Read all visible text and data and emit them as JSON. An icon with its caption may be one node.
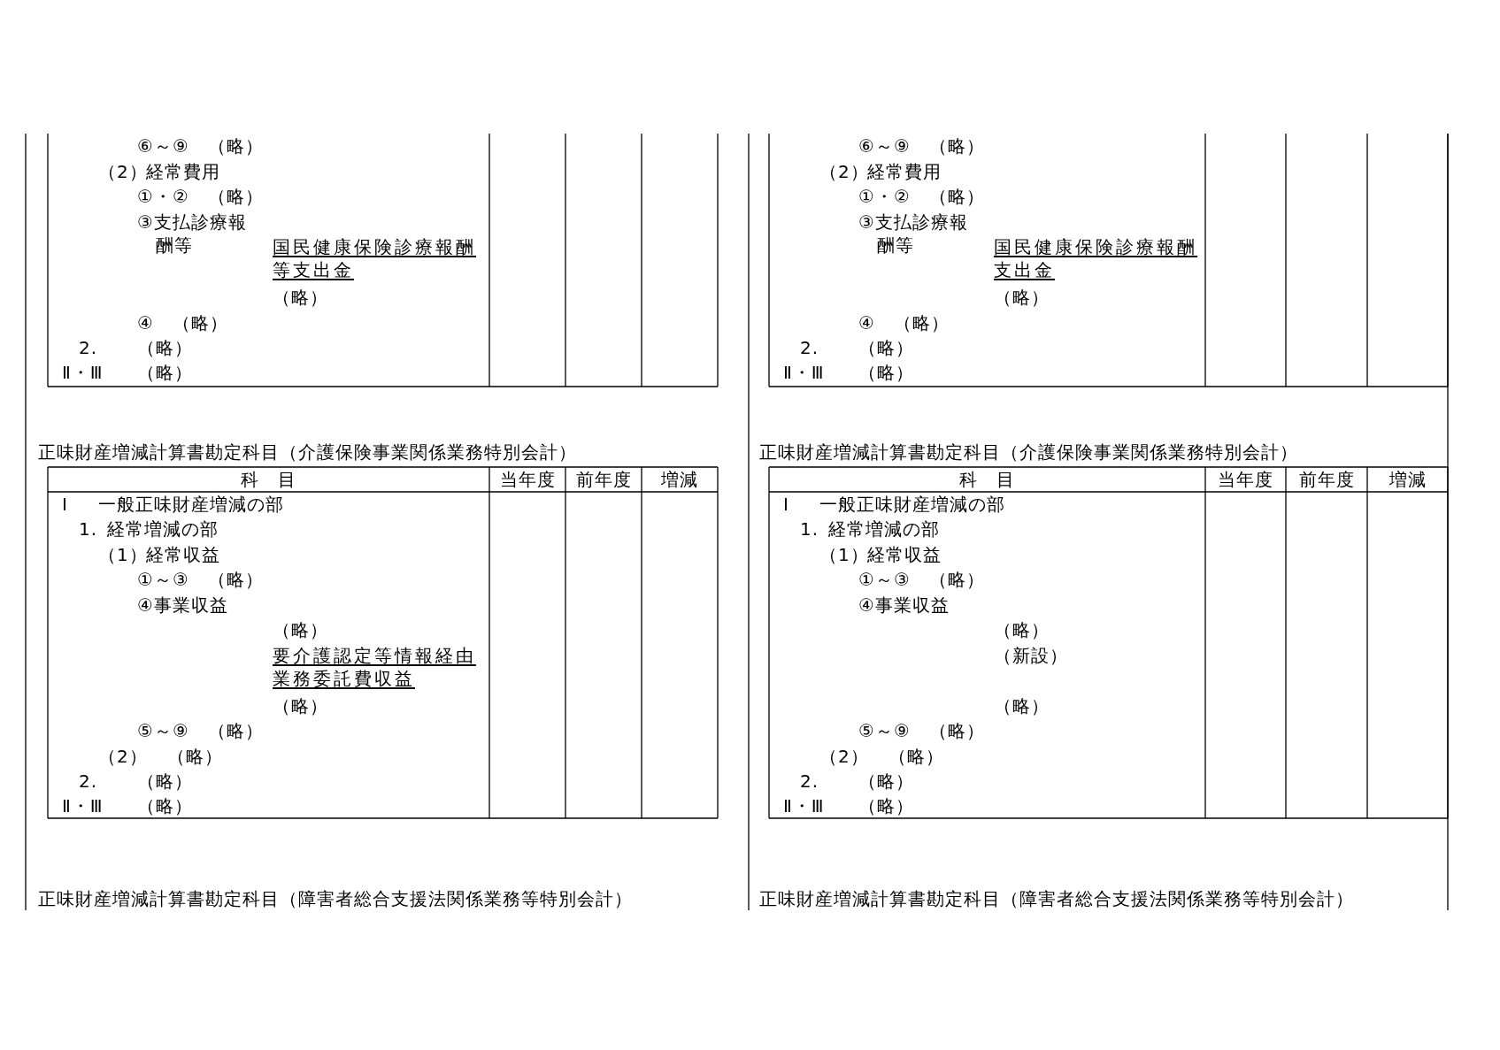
{
  "diagram": {
    "labels": [
      "⑥～⑨　（略）",
      "（2）",
      "経常費用",
      "①・②　（略）",
      "③支払診療報酬等",
      "国民健康保険診療報酬等支出金",
      "（略）",
      "④　（略）",
      "2.",
      "（略）",
      "Ⅱ・Ⅲ",
      "（略）",
      "正味財産増減計算書勘定科目（介護保険事業関係業務特別会計）",
      "科　目",
      "当年度",
      "前年度",
      "増減",
      "Ⅰ",
      "一般正味財産増減の部",
      "1.",
      "経常増減の部",
      "（1）",
      "経常収益",
      "①～③　（略）",
      "④事業収益",
      "（略）",
      "要介護認定等情報経由業務委託費収益",
      "（略）",
      "⑤～⑨　（略）",
      "（2）",
      "（略）",
      "2.",
      "（略）",
      "Ⅱ・Ⅲ",
      "（略）",
      "正味財産増減計算書勘定科目（障害者総合支援法関係業務等特別会計）",
      "⑥～⑨　（略）",
      "（2）",
      "経常費用",
      "①・②　（略）",
      "③支払診療報酬等",
      "国民健康保険診療報酬支出金",
      "（略）",
      "④　（略）",
      "2.",
      "（略）",
      "Ⅱ・Ⅲ",
      "（略）",
      "正味財産増減計算書勘定科目（介護保険事業関係業務特別会計）",
      "科　目",
      "当年度",
      "前年度",
      "増減",
      "Ⅰ",
      "一般正味財産増減の部",
      "1.",
      "経常増減の部",
      "（1）",
      "経常収益",
      "①～③　（略）",
      "④事業収益",
      "（略）",
      "（新設）",
      "（略）",
      "⑤～⑨　（略）",
      "（2）",
      "（略）",
      "2.",
      "（略）",
      "Ⅱ・Ⅲ",
      "（略）",
      "正味財産増減計算書勘定科目（障害者総合支援法関係業務等特別会計）"
    ]
  }
}
